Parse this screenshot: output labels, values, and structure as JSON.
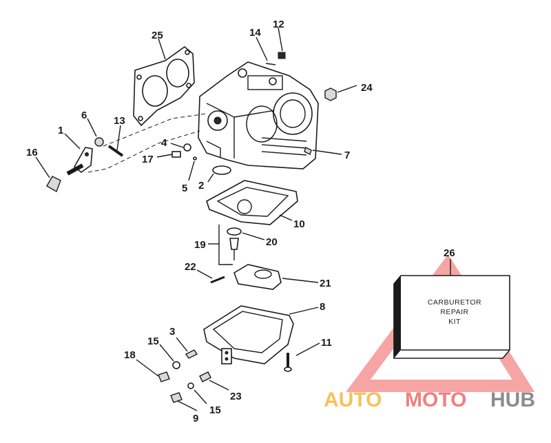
{
  "callouts": {
    "c1": "1",
    "c2": "2",
    "c3": "3",
    "c4": "4",
    "c5": "5",
    "c6": "6",
    "c7": "7",
    "c8": "8",
    "c9": "9",
    "c10": "10",
    "c11": "11",
    "c12": "12",
    "c13": "13",
    "c14": "14",
    "c15a": "15",
    "c15b": "15",
    "c16": "16",
    "c17": "17",
    "c18": "18",
    "c19": "19",
    "c20": "20",
    "c21": "21",
    "c22": "22",
    "c23": "23",
    "c24": "24",
    "c25": "25",
    "c26": "26"
  },
  "kit_box": {
    "line1": "CARBURETOR",
    "line2": "REPAIR",
    "line3": "KIT"
  },
  "watermark": {
    "part1": "AUTO",
    "part2": "MOTO",
    "part3": "HUB",
    "colors": {
      "auto": "#f5c25a",
      "moto": "#f08080",
      "hub": "#8c8c8c",
      "triangle": "#f05a5a"
    }
  }
}
